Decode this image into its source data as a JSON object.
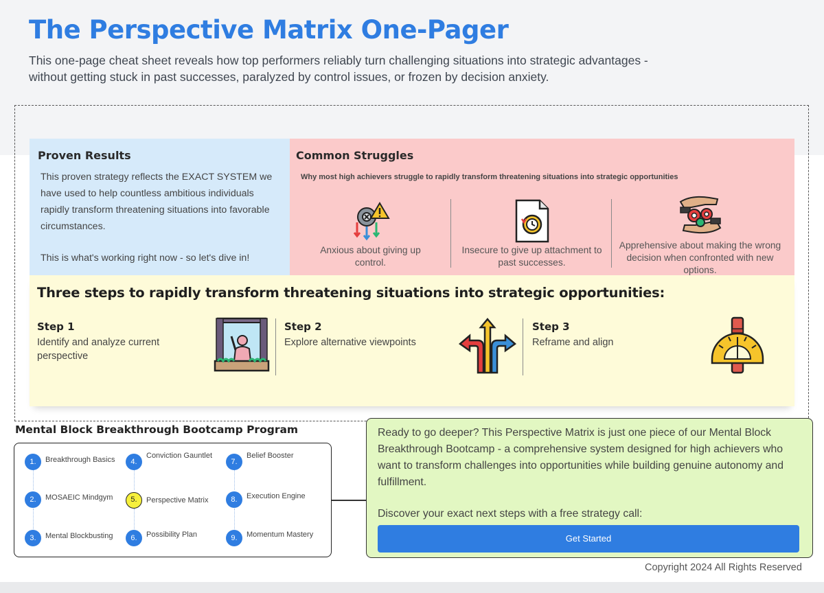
{
  "header": {
    "title": "The Perspective Matrix One-Pager",
    "subtitle": "This one-page cheat sheet reveals how top performers reliably turn challenging situations into strategic advantages - without getting stuck in past successes, paralyzed by control issues, or frozen by decision anxiety."
  },
  "proven": {
    "title": "Proven Results",
    "text": "This proven strategy reflects the EXACT SYSTEM we have used to help countless ambitious individuals rapidly transform threatening situations into favorable circumstances.",
    "text2": "This is what's working right now - so let's dive in!"
  },
  "struggles": {
    "title": "Common Struggles",
    "subtitle": "Why most high achievers struggle to rapidly transform threatening situations into strategic opportunities",
    "items": [
      {
        "label": "Anxious about giving up control.",
        "icon": "gear-warning-arrows-icon"
      },
      {
        "label": "Insecure to give up attachment to past successes.",
        "icon": "document-history-icon"
      },
      {
        "label": "Apprehensive  about making the wrong decision when confronted with new options.",
        "icon": "hands-gears-icon"
      }
    ]
  },
  "steps": {
    "title": "Three steps to rapidly transform threatening situations into strategic opportunities:",
    "items": [
      {
        "title": "Step 1",
        "desc": "Identify and analyze current perspective",
        "icon": "window-person-icon"
      },
      {
        "title": "Step 2",
        "desc": "Explore alternative viewpoints",
        "icon": "split-arrows-icon"
      },
      {
        "title": "Step 3",
        "desc": "Reframe and align",
        "icon": "protractor-icon"
      }
    ]
  },
  "bootcamp": {
    "title": "Mental Block Breakthrough Bootcamp Program",
    "modules": [
      {
        "num": "1.",
        "name": "Breakthrough Basics"
      },
      {
        "num": "2.",
        "name": "MOSAEIC Mindgym"
      },
      {
        "num": "3.",
        "name": "Mental Blockbusting"
      },
      {
        "num": "4.",
        "name": "Conviction Gauntlet"
      },
      {
        "num": "5.",
        "name": "Perspective Matrix"
      },
      {
        "num": "6.",
        "name": "Possibility Plan"
      },
      {
        "num": "7.",
        "name": "Belief Booster"
      },
      {
        "num": "8.",
        "name": "Execution Engine"
      },
      {
        "num": "9.",
        "name": "Momentum Mastery"
      }
    ],
    "active_module": "5."
  },
  "cta": {
    "text": "Ready to go deeper? This Perspective Matrix is just one piece of our Mental Block Breakthrough Bootcamp - a comprehensive system designed for high achievers who want to transform challenges into opportunities while building genuine autonomy and fulfillment.",
    "prompt": "Discover your exact next steps with a free strategy call:",
    "button": "Get Started"
  },
  "footer": {
    "copyright": "Copyright 2024 All Rights Reserved"
  },
  "colors": {
    "accent": "#2f7de1",
    "proven_bg": "#d6eafa",
    "struggles_bg": "#fbcaca",
    "steps_bg": "#fefbd9",
    "cta_bg": "#e2f7c2",
    "active_module": "#f6f03c"
  }
}
